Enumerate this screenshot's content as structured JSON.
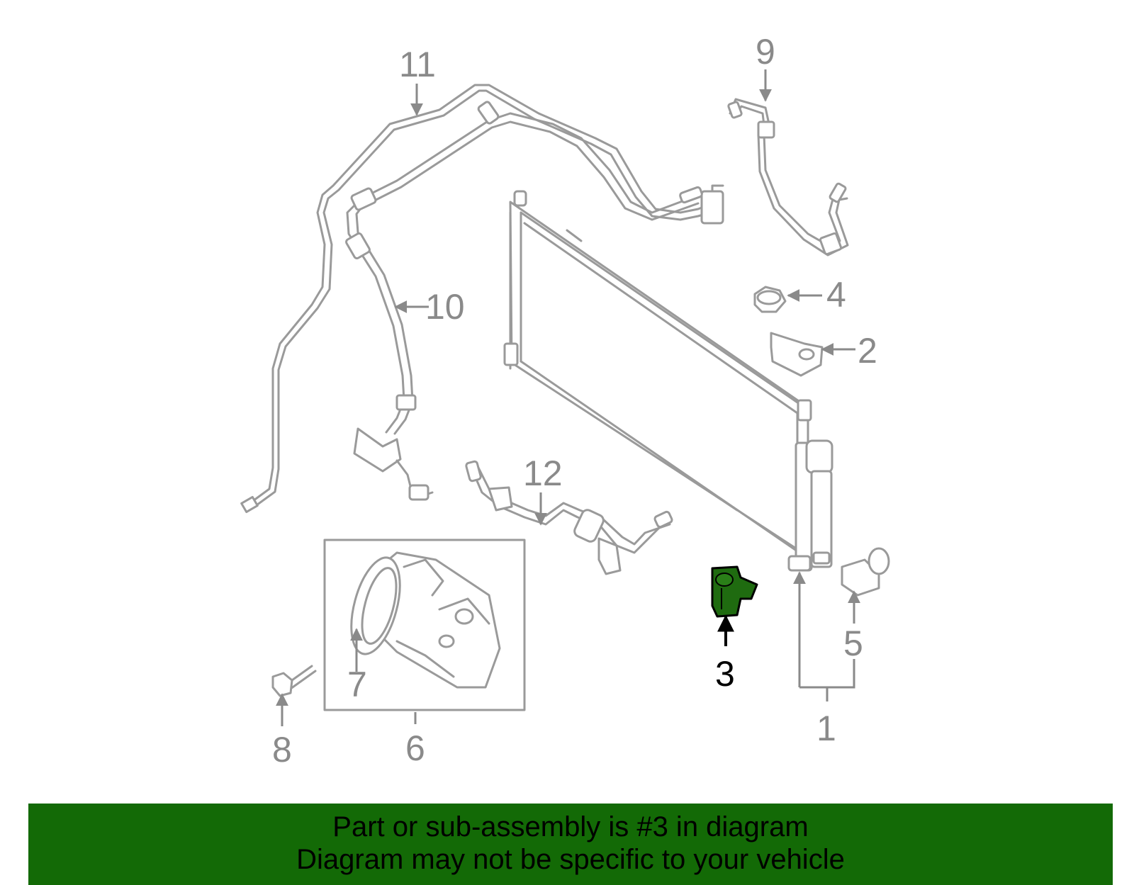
{
  "labels": {
    "p1": "1",
    "p2": "2",
    "p3": "3",
    "p4": "4",
    "p5": "5",
    "p6": "6",
    "p7": "7",
    "p8": "8",
    "p9": "9",
    "p10": "10",
    "p11": "11",
    "p12": "12"
  },
  "highlight": {
    "part_number": "3",
    "color": "#136a06"
  },
  "banner": {
    "line1": "Part or sub-assembly is #3 in diagram",
    "line2": "Diagram may not be specific to your vehicle",
    "background": "#136a06"
  },
  "colors": {
    "line": "#9a9a9a",
    "label": "#8a8a8a",
    "highlight_part": "#1f6b10"
  }
}
